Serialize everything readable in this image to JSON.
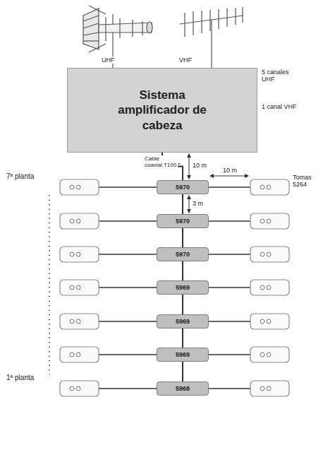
{
  "diagram": {
    "nodes": [
      {
        "text": [
          "Sistema amplificador de cabeza"
        ]
      },
      {
        "text": [
          "5970"
        ]
      },
      {
        "text": [
          "5970"
        ]
      },
      {
        "text": [
          "5970"
        ]
      },
      {
        "text": [
          "5969"
        ]
      },
      {
        "text": [
          "5969"
        ]
      },
      {
        "text": [
          "5969"
        ]
      },
      {
        "text": [
          "5968"
        ]
      }
    ],
    "edges": [
      {
        "from": 0,
        "to": 1,
        "arrow": "none"
      },
      {
        "from": 1,
        "to": 2,
        "arrow": "none"
      },
      {
        "from": 2,
        "to": 3,
        "arrow": "none"
      },
      {
        "from": 3,
        "to": 4,
        "arrow": "none"
      },
      {
        "from": 4,
        "to": 5,
        "arrow": "none"
      },
      {
        "from": 5,
        "to": 6,
        "arrow": "none"
      },
      {
        "from": 6,
        "to": 7,
        "arrow": "none"
      }
    ],
    "labels": [
      "UHF",
      "VHF",
      "5 canales UHF",
      "1 canal VHF",
      "Cable coaxial T100",
      "10 m",
      "10 m",
      "3 m",
      "Tomas 5264",
      "7ª planta",
      "1ª planta"
    ]
  }
}
